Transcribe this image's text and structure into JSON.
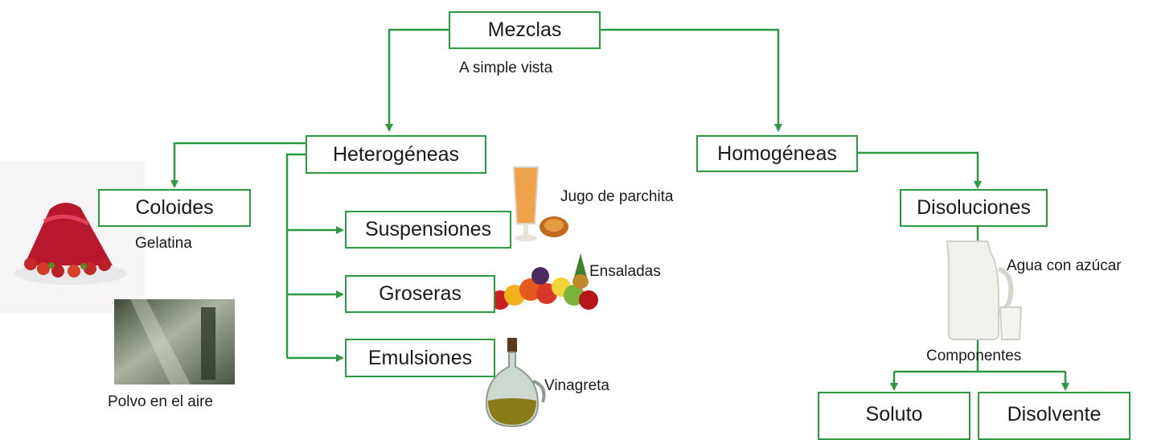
{
  "nodes": {
    "root": "Mezclas",
    "heterogeneous": "Heterogéneas",
    "homogeneous": "Homogéneas",
    "colloids": "Coloides",
    "suspensions": "Suspensiones",
    "coarse": "Groseras",
    "emulsions": "Emulsiones",
    "solutions": "Disoluciones",
    "solute": "Soluto",
    "solvent": "Disolvente"
  },
  "labels": {
    "root_note": "A simple vista",
    "components": "Componentes"
  },
  "examples": {
    "gelatin": "Gelatina",
    "dust": "Polvo en el aire",
    "juice": "Jugo de parchita",
    "salads": "Ensaladas",
    "vinaigrette": "Vinagreta",
    "sugar_water": "Agua con azúcar"
  },
  "colors": {
    "accent": "#2e9944"
  }
}
